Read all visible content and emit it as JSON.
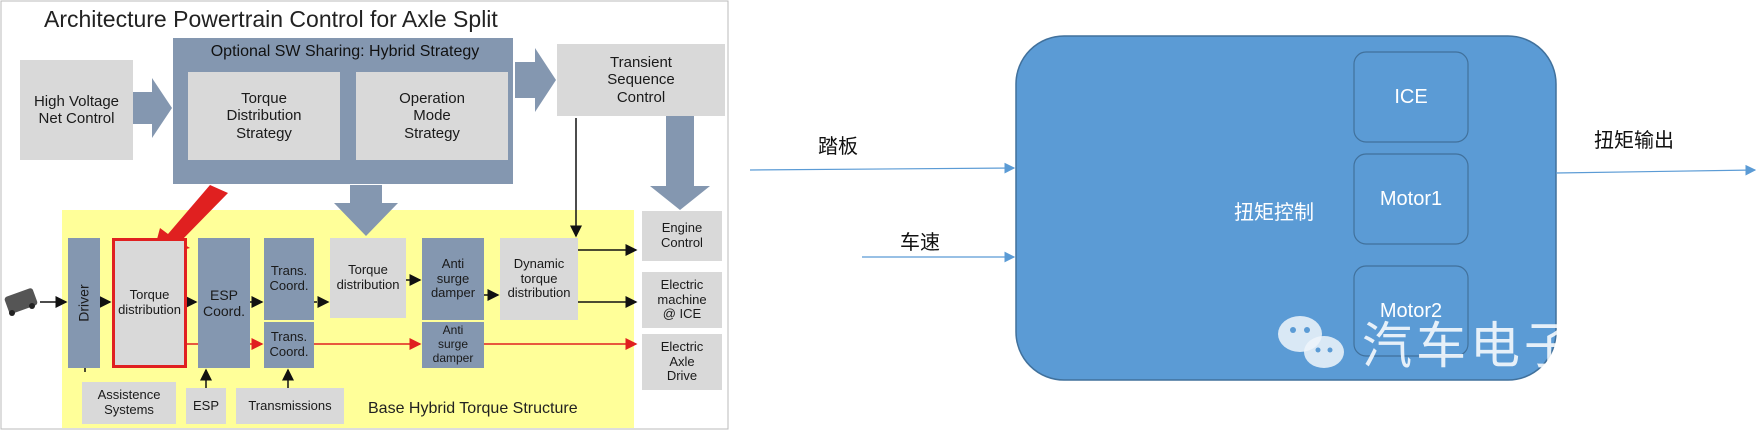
{
  "left": {
    "title": "Architecture Powertrain Control for Axle Split",
    "optional_sharing": "Optional SW Sharing: Hybrid Strategy",
    "torque_distribution_strategy": "Torque\nDistribution\nStrategy",
    "operation_mode_strategy": "Operation\nMode\nStrategy",
    "high_voltage": "High Voltage\nNet Control",
    "transient": "Transient\nSequence\nControl",
    "driver": "Driver",
    "torque_dist_red": "Torque\ndistribution",
    "esp_coord": "ESP\nCoord.",
    "trans_coord_1": "Trans.\nCoord.",
    "trans_coord_2": "Trans.\nCoord.",
    "torque_dist_grey": "Torque\ndistribution",
    "anti_surge_1": "Anti\nsurge\ndamper",
    "anti_surge_2": "Anti\nsurge\ndamper",
    "dynamic_torque": "Dynamic\ntorque\ndistribution",
    "engine_control": "Engine\nControl",
    "electric_machine": "Electric\nmachine\n@ ICE",
    "electric_axle": "Electric\nAxle\nDrive",
    "assistance": "Assistence\nSystems",
    "esp": "ESP",
    "transmissions": "Transmissions",
    "base_hybrid": "Base Hybrid Torque Structure"
  },
  "right": {
    "input_pedal": "踏板",
    "input_speed": "车速",
    "center_label": "扭矩控制",
    "module_ice": "ICE",
    "module_motor1": "Motor1",
    "module_motor2": "Motor2",
    "output_label": "扭矩输出",
    "watermark": "汽车电子设计"
  },
  "colors": {
    "yellow": "#ffff99",
    "slate": "#8497b0",
    "grey": "#d9d9d9",
    "red": "#e02020",
    "blue_panel": "#5b9bd5",
    "blue_line": "#5b9bd5"
  }
}
